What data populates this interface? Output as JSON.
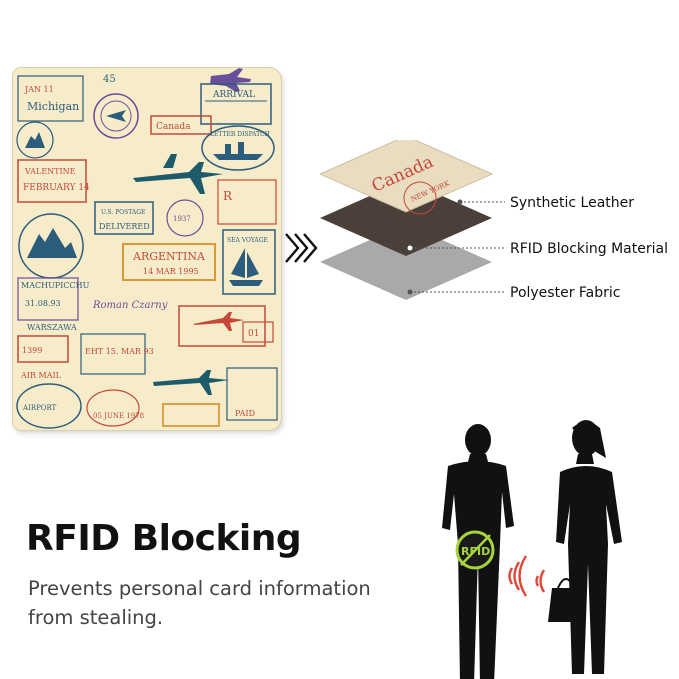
{
  "layers": {
    "top": "Synthetic Leather",
    "middle": "RFID Blocking Material",
    "bottom": "Polyester Fabric"
  },
  "headline": "RFID Blocking",
  "subtext_line1": "Prevents personal card information",
  "subtext_line2": "from stealing.",
  "badge_label": "RFID",
  "stamps": {
    "arrival": "ARRIVAL",
    "michigan": "Michigan",
    "jan": "JAN 11",
    "valentine": "VALENTINE",
    "february": "FEBRUARY 14",
    "canada_large": "Canada",
    "letter": "LETTER DISPATCH",
    "delivered": "DELIVERED",
    "argentina": "ARGENTINA",
    "argdate": "14 MAR 1995",
    "machu": "MACHUPICCHU",
    "warszawa": "WARSZAWA",
    "sea": "SEA VOYAGE",
    "airmail": "AIR MAIL",
    "chile": "EHT 15. MAR 93",
    "roman": "Roman Czarny",
    "june": "05 JUNE 1978",
    "paid": "PAID",
    "postage": "U.S. POSTAGE",
    "n45": "45",
    "layer_canada": "Canada",
    "layer_ny": "NEW YORK"
  },
  "colors": {
    "passport": "#f6ecc9",
    "leather": "#e9dcc0",
    "rfid": "#4b4039",
    "polyester": "#a9a9a9",
    "stamp_red": "#c4493a",
    "stamp_blue": "#2c5d7c",
    "stamp_purple": "#6a4f9a",
    "stamp_orange": "#d79a3a",
    "badge": "#a6d53b"
  }
}
